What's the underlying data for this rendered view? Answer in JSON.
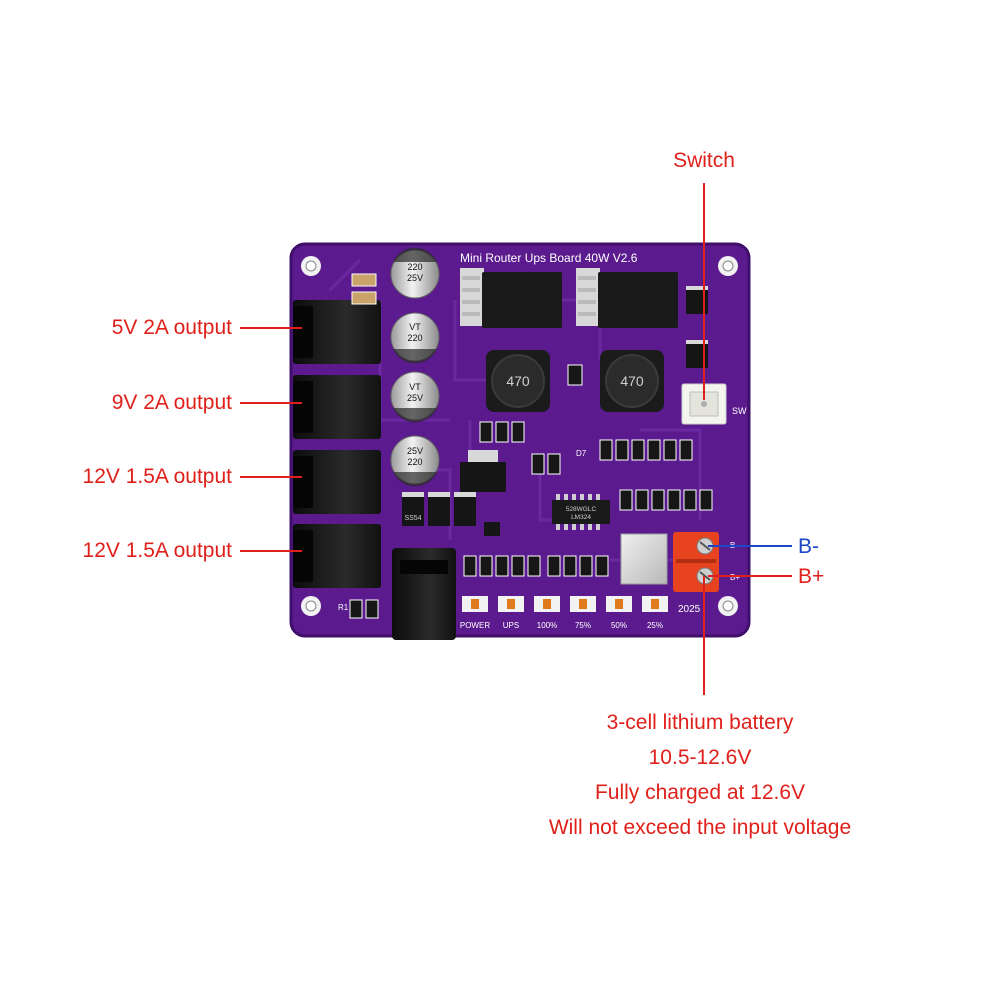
{
  "colors": {
    "board": "#5b1b8e",
    "board_edge": "#3f0f69",
    "callout_red": "#e0201b",
    "callout_blue": "#1b46c8",
    "silkscreen": "#ffffff",
    "terminal": "#e8431f"
  },
  "board": {
    "title": "Mini Router Ups Board 40W V2.6",
    "year": "2025",
    "switch_label": "SW",
    "terminal_minus": "B-",
    "terminal_plus": "B+",
    "capacitor_text": [
      "220",
      "25V",
      "VT"
    ],
    "inductor_text": "470",
    "chip_text": [
      "528WGLC",
      "LM324"
    ],
    "regulator_text": "SS54",
    "diode_label": "D7",
    "resistor_label": "R1",
    "indicators": [
      "POWER",
      "UPS",
      "100%",
      "75%",
      "50%",
      "25%"
    ]
  },
  "callouts": {
    "switch": "Switch",
    "outputs": [
      "5V 2A output",
      "9V 2A output",
      "12V 1.5A output",
      "12V 1.5A output"
    ],
    "battery_minus": "B-",
    "battery_plus": "B+",
    "battery_notes": [
      "3-cell lithium battery",
      "10.5-12.6V",
      "Fully charged at 12.6V",
      "Will not exceed the input voltage"
    ]
  }
}
